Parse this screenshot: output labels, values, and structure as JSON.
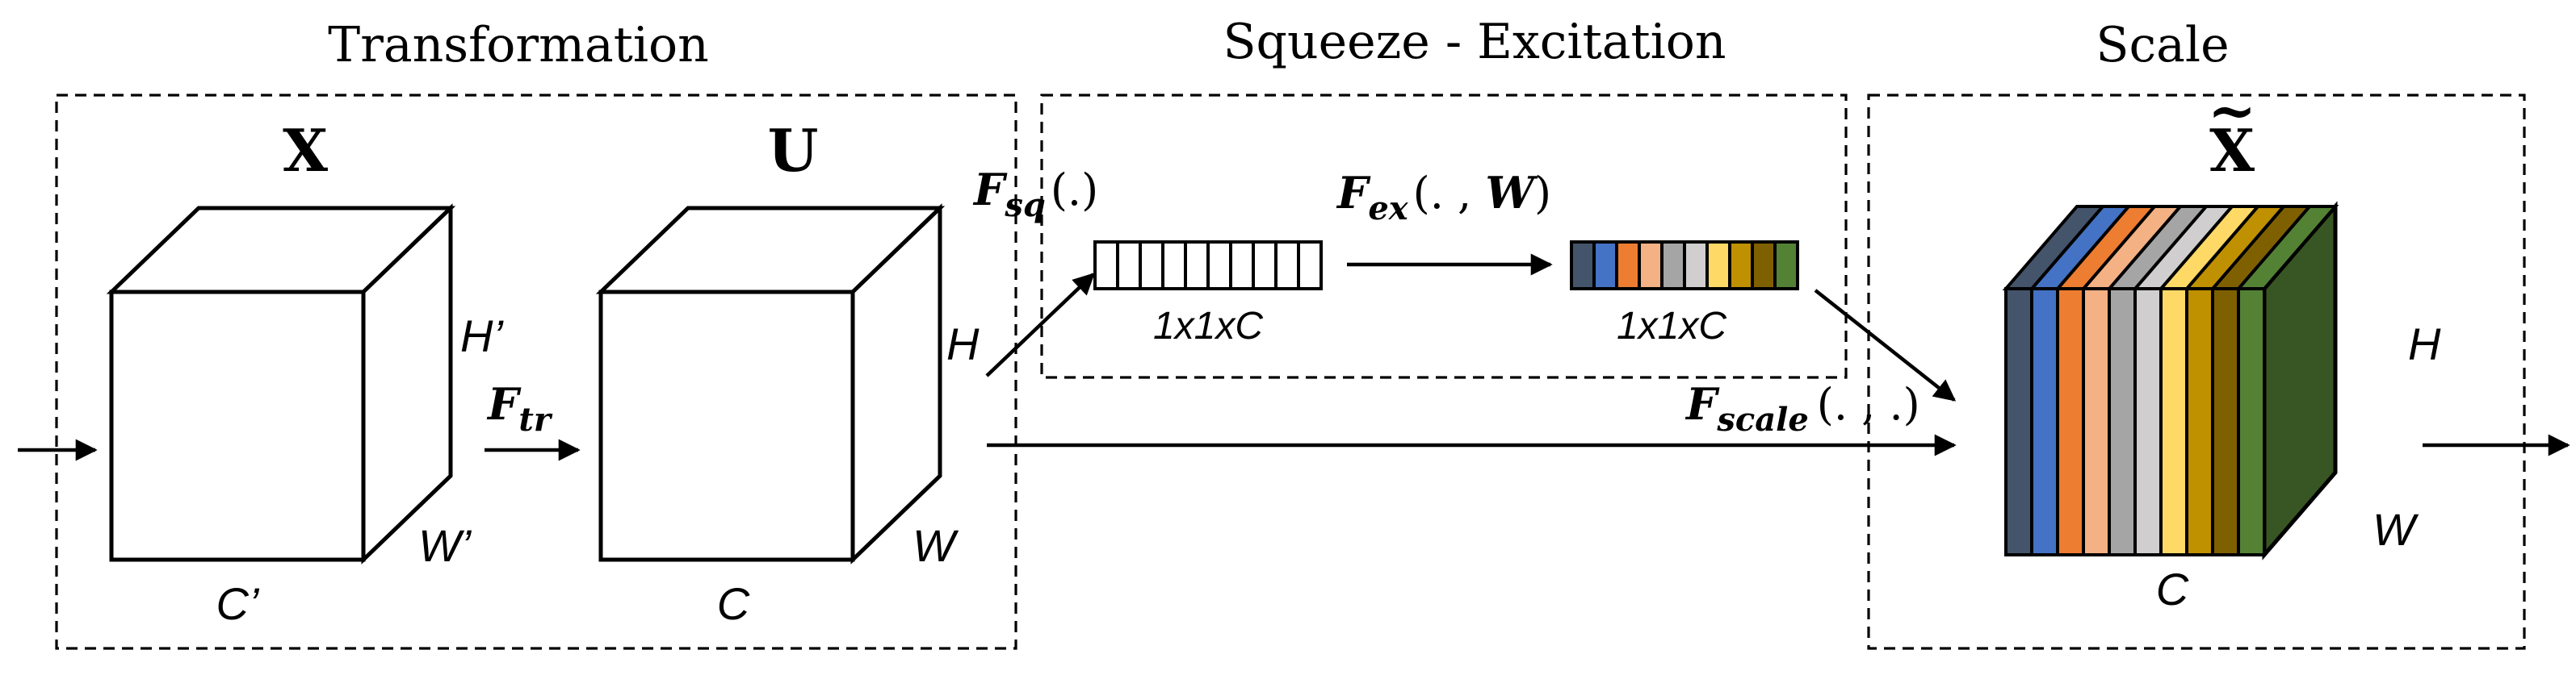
{
  "sections": {
    "transformation": "Transformation",
    "squeeze_excitation": "Squeeze - Excitation",
    "scale": "Scale"
  },
  "tensors": {
    "x": {
      "name": "X",
      "height": "H’",
      "width": "W’",
      "channels": "C’"
    },
    "u": {
      "name": "U",
      "height": "H",
      "width": "W",
      "channels": "C"
    },
    "x_tilde": {
      "name": "X",
      "accent": "~",
      "height": "H",
      "width": "W",
      "channels": "C"
    }
  },
  "operations": {
    "f_tr": {
      "base": "F",
      "sub": "tr",
      "args": ""
    },
    "f_sq": {
      "base": "F",
      "sub": "sq",
      "args": "(.)"
    },
    "f_ex": {
      "base": "F",
      "sub": "ex",
      "args_open": "(. , ",
      "args_w": "W",
      "args_close": ")"
    },
    "f_scale": {
      "base": "F",
      "sub": "scale",
      "args": "(. , .)"
    }
  },
  "vectors": {
    "squeezed": {
      "label": "1x1xC",
      "cells": 10
    },
    "excited": {
      "label": "1x1xC",
      "colors": [
        "#44546A",
        "#4472C4",
        "#ED7D31",
        "#F4B183",
        "#A5A5A5",
        "#D0CECE",
        "#FFD966",
        "#BF9000",
        "#7F6000",
        "#548235"
      ]
    }
  },
  "scaled_slices": {
    "colors": [
      "#44546A",
      "#4472C4",
      "#ED7D31",
      "#F4B183",
      "#A5A5A5",
      "#D0CECE",
      "#FFD966",
      "#BF9000",
      "#7F6000",
      "#548235"
    ],
    "side_color": "#375623"
  }
}
